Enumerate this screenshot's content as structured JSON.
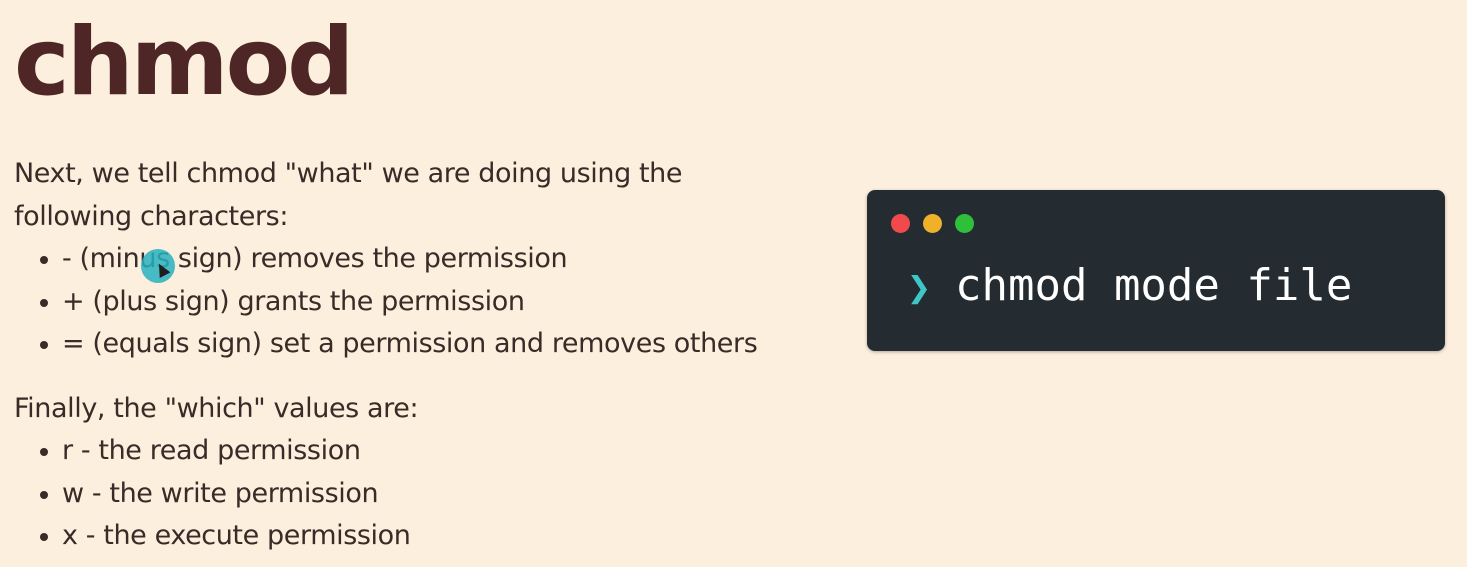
{
  "slide": {
    "title": "chmod",
    "intro": "Next, we tell chmod \"what\" we are doing using the following characters:",
    "what_items": [
      "- (minus sign) removes the permission",
      "+ (plus sign) grants the permission",
      "= (equals sign) set a permission and removes others"
    ],
    "which_intro": "Finally, the \"which\" values are:",
    "which_items": [
      "r - the read permission",
      "w - the write permission",
      "x - the execute permission"
    ]
  },
  "terminal": {
    "prompt_glyph": "❯",
    "command": "chmod mode file",
    "background_color": "#242c32",
    "prompt_color": "#3fc6c6",
    "window_buttons": [
      "red",
      "yellow",
      "green"
    ]
  },
  "colors": {
    "background": "#fcefdd",
    "title": "#4e2626",
    "text": "#3a2a28",
    "cursor_highlight": "#27b0be"
  }
}
